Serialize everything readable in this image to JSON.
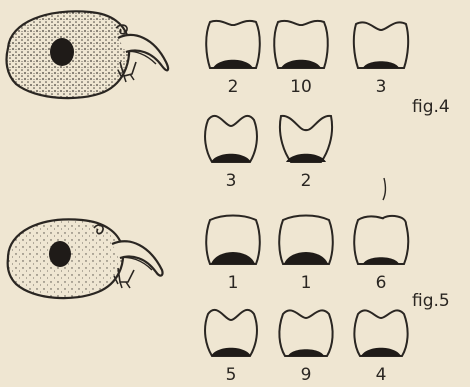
{
  "figures": [
    {
      "label": "fig.4",
      "specimens": [
        {
          "count": "2"
        },
        {
          "count": "10"
        },
        {
          "count": "3"
        },
        {
          "count": "3"
        },
        {
          "count": "2"
        }
      ]
    },
    {
      "label": "fig.5",
      "specimens": [
        {
          "count": "1"
        },
        {
          "count": "1"
        },
        {
          "count": "6"
        },
        {
          "count": "5"
        },
        {
          "count": "9"
        },
        {
          "count": "4"
        }
      ]
    }
  ]
}
